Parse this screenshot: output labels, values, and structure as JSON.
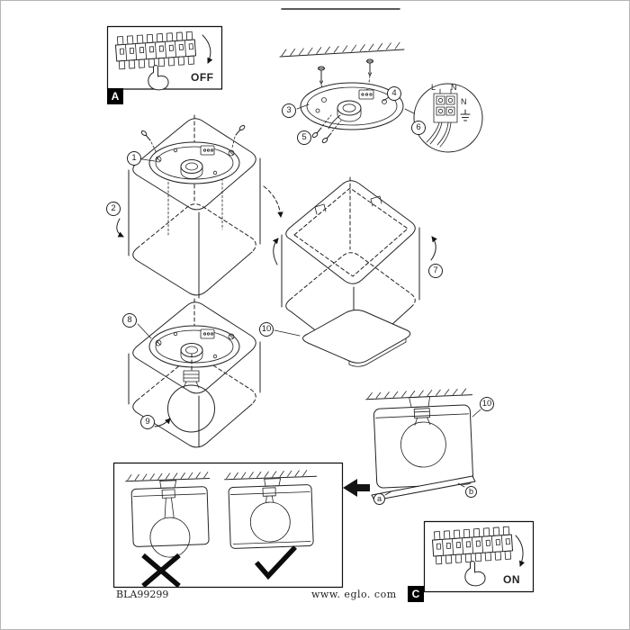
{
  "footer": {
    "model_number": "BLA99299",
    "website": "www. eglo. com"
  },
  "power_panels": {
    "panel_a_label": "A",
    "panel_a_state": "OFF",
    "panel_c_label": "C",
    "panel_c_state": "ON"
  },
  "steps": [
    "1",
    "2",
    "3",
    "4",
    "5",
    "6",
    "7",
    "8",
    "9",
    "10"
  ],
  "wiring_detail": {
    "live_label": "L",
    "neutral_label_top": "N",
    "neutral_label_right": "N"
  },
  "part_labels": {
    "a": "a",
    "b": "b"
  },
  "colors": {
    "ink": "#222222",
    "label_bg": "#000000",
    "label_text": "#ffffff",
    "paper": "#ffffff"
  }
}
